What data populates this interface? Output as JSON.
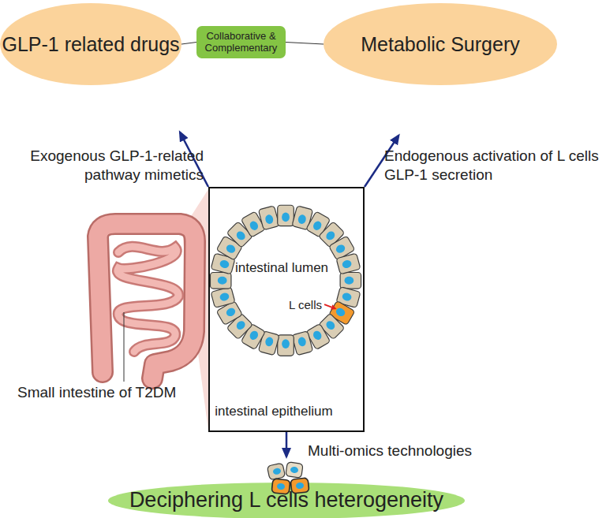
{
  "diagram": {
    "nodes": [
      {
        "text": [
          "GLP-1 related drugs"
        ]
      },
      {
        "text": [
          "Collaborative & Complementary"
        ]
      },
      {
        "text": [
          "Metabolic Surgery"
        ]
      },
      {
        "text": [
          "intestinal lumen",
          "intestinal epithelium"
        ]
      },
      {
        "text": [
          "Deciphering L cells heterogeneity"
        ]
      }
    ],
    "edges": [
      {
        "from": 0,
        "to": 1,
        "arrow": "none"
      },
      {
        "from": 1,
        "to": 2,
        "arrow": "none"
      },
      {
        "from": 3,
        "to": 0,
        "arrow": "to",
        "label": "Exogenous GLP-1-related pathway mimetics"
      },
      {
        "from": 3,
        "to": 2,
        "arrow": "to",
        "label": "Endogenous activation of L cells GLP-1 secretion"
      },
      {
        "from": 3,
        "to": 4,
        "arrow": "to",
        "label": "Multi-omics technologies"
      }
    ],
    "labels": [
      "L cells",
      "Small intestine of T2DM"
    ]
  }
}
